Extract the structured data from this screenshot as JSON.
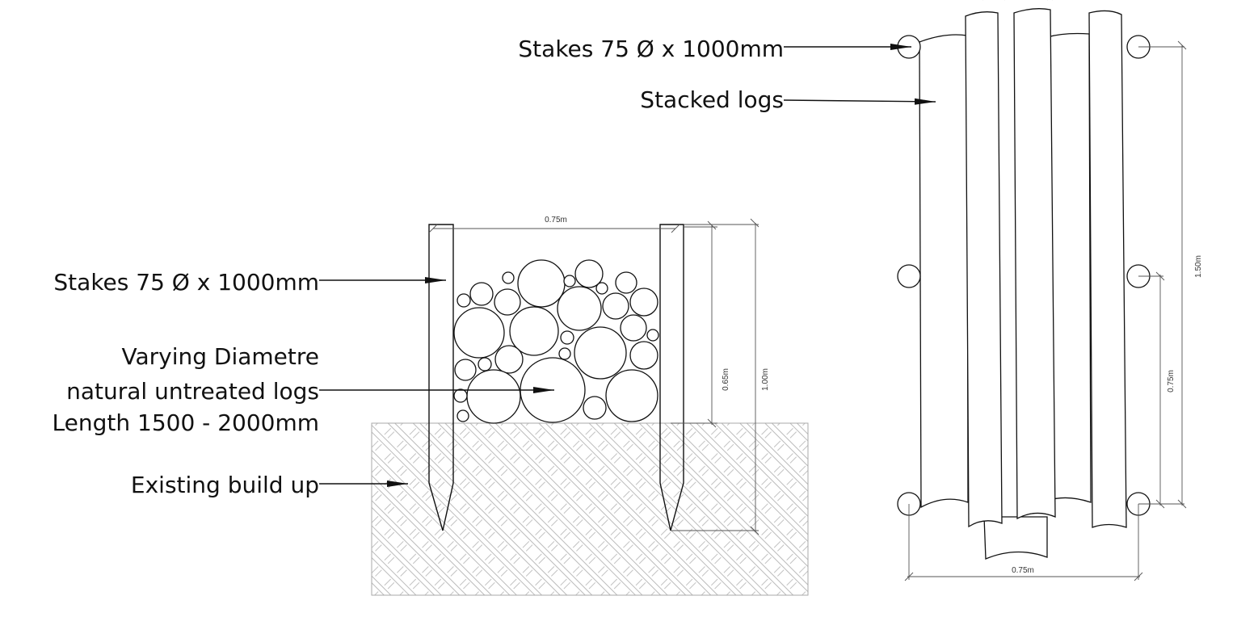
{
  "section": {
    "labels": {
      "stakes": "Stakes 75 Ø x 1000mm",
      "logs_line1": "Varying Diametre",
      "logs_line2": "natural untreated logs",
      "logs_line3": "Length 1500 - 2000mm",
      "ground": "Existing build up"
    },
    "dims": {
      "width": "0.75m",
      "above_ground": "0.65m",
      "stake_length": "1.00m"
    }
  },
  "plan": {
    "labels": {
      "stakes": "Stakes 75 Ø x 1000mm",
      "logs": "Stacked logs"
    },
    "dims": {
      "length": "1.50m",
      "spacing": "0.75m",
      "width": "0.75m"
    }
  },
  "colors": {
    "line": "#111111",
    "hatch": "#bbbbbb",
    "dimension": "#555555"
  }
}
